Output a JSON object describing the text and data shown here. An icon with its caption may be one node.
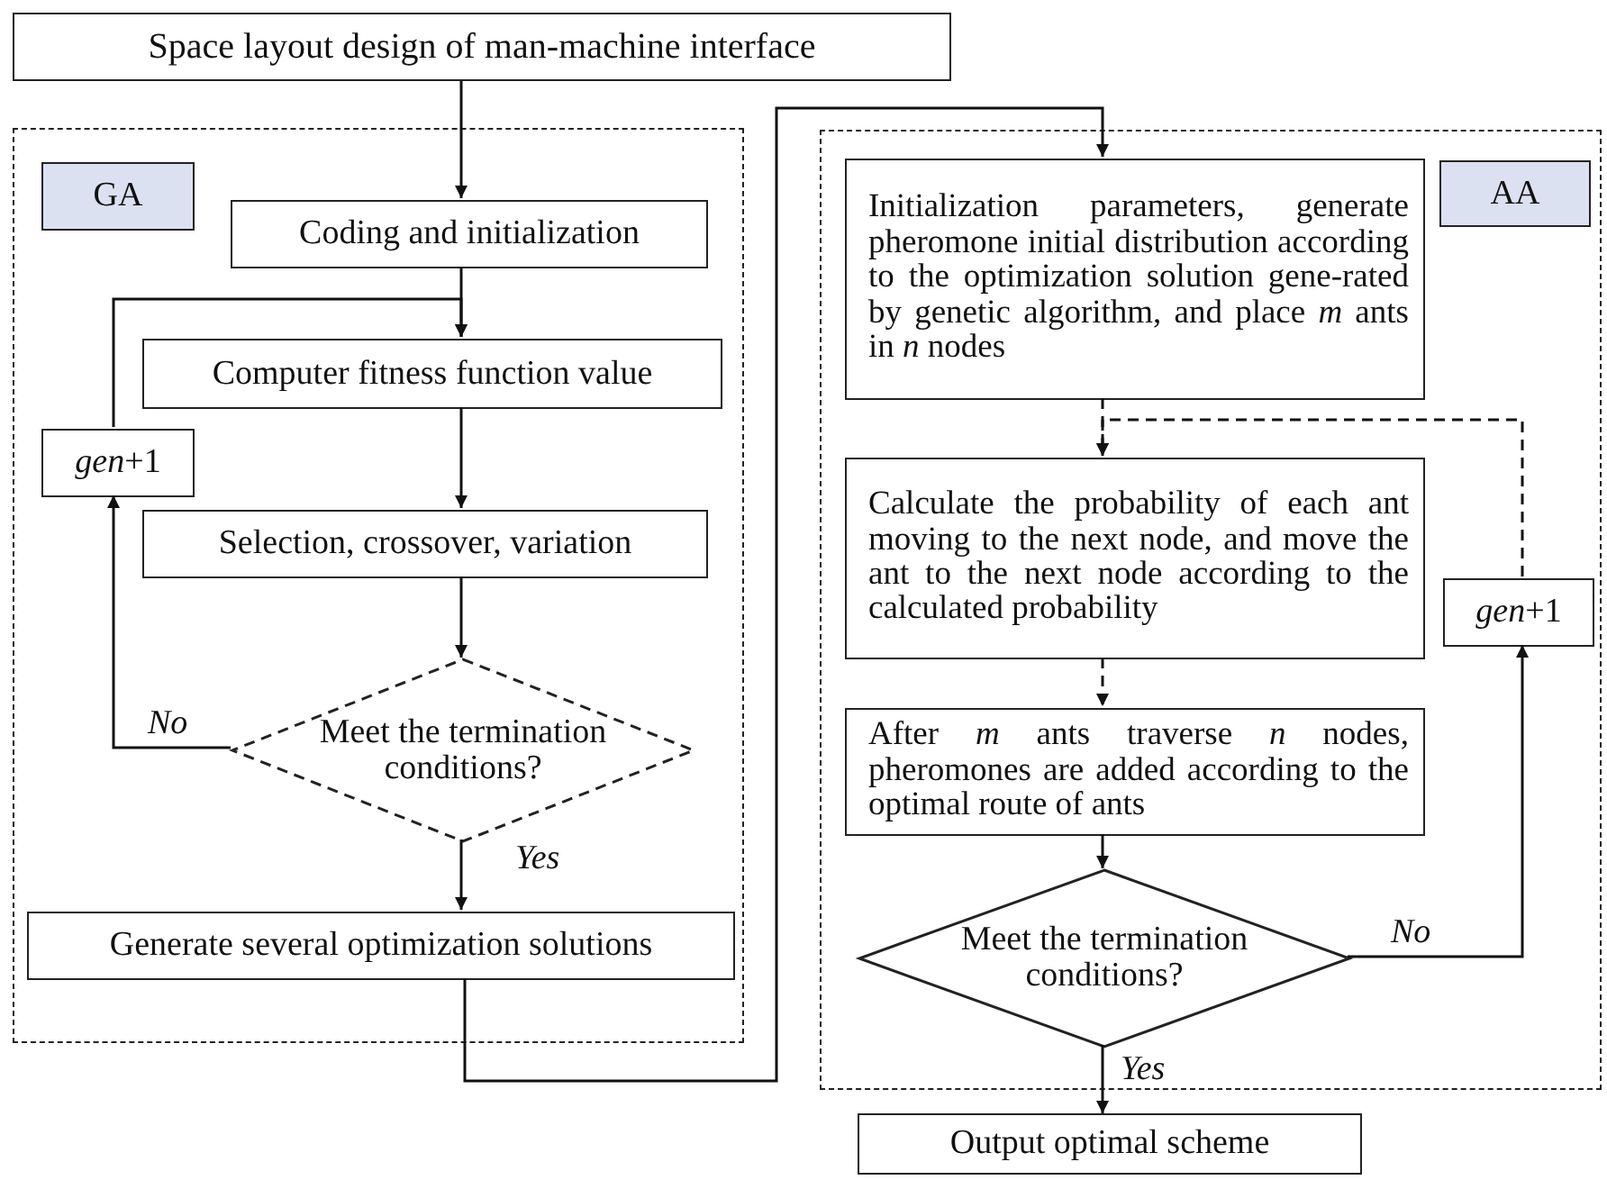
{
  "diagram": {
    "nodes": [
      {
        "text": [
          "Space layout design of man-machine interface"
        ]
      },
      {
        "text": [],
        "shape": "box"
      },
      {
        "text": [
          "GA"
        ],
        "in": 1
      },
      {
        "text": [
          "Coding and initialization"
        ],
        "in": 1
      },
      {
        "text": [
          "*gen*+1"
        ],
        "in": 1
      },
      {
        "text": [
          "Computer fitness function value"
        ],
        "in": 1
      },
      {
        "text": [
          "Selection, crossover, variation"
        ],
        "in": 1
      },
      {
        "text": [
          "Meet the termination conditions?"
        ],
        "in": 1
      },
      {
        "text": [
          "Generate several optimization solutions"
        ],
        "in": 1
      },
      {
        "text": [],
        "shape": "box"
      },
      {
        "text": [
          "Initialization parameters, generate pheromone initial distribution according to the optimization solution gene-rated by genetic algorithm, and place *m* ants in *n* nodes"
        ],
        "in": 9
      },
      {
        "text": [
          "AA"
        ],
        "in": 9
      },
      {
        "text": [
          "Calculate the probability of each ant moving to the next node, and move the ant to the next node according to the calculated probability"
        ],
        "in": 9
      },
      {
        "text": [
          "*gen*+1"
        ],
        "in": 9
      },
      {
        "text": [
          "After *m* ants traverse *n* nodes, pheromones are added according to the optimal route of ants"
        ],
        "in": 9
      },
      {
        "text": [
          "Meet the termination conditions?"
        ],
        "in": 9
      },
      {
        "text": [
          "Output optimal scheme"
        ]
      }
    ],
    "edges": [
      {
        "from": 0,
        "to": 3,
        "arrow": "to"
      },
      {
        "from": 3,
        "to": 5,
        "arrow": "to"
      },
      {
        "from": 5,
        "to": 6,
        "arrow": "to"
      },
      {
        "from": 6,
        "to": 7,
        "arrow": "to"
      },
      {
        "from": 7,
        "to": 4,
        "arrow": "to",
        "label": "No"
      },
      {
        "from": 4,
        "to": 5,
        "arrow": "to"
      },
      {
        "from": 7,
        "to": 8,
        "arrow": "to",
        "label": "Yes"
      },
      {
        "from": 8,
        "to": 10,
        "arrow": "to"
      },
      {
        "from": 10,
        "to": 12,
        "arrow": "to",
        "style": "dashed"
      },
      {
        "from": 12,
        "to": 14,
        "arrow": "to",
        "style": "dashed"
      },
      {
        "from": 14,
        "to": 15,
        "arrow": "to"
      },
      {
        "from": 15,
        "to": 13,
        "arrow": "to",
        "label": "No"
      },
      {
        "from": 13,
        "to": 12,
        "arrow": "to",
        "style": "dashed"
      },
      {
        "from": 15,
        "to": 16,
        "arrow": "to",
        "label": "Yes"
      }
    ]
  }
}
